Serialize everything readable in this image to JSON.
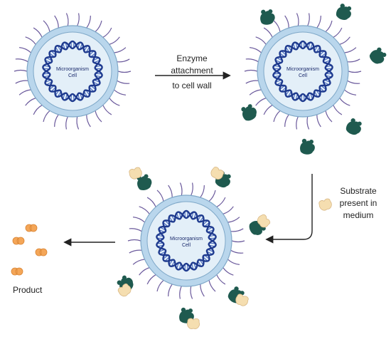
{
  "cell_label_line1": "Microorganism",
  "cell_label_line2": "Cell",
  "step1_label": [
    "Enzyme",
    "attachment",
    "to cell wall"
  ],
  "step2_label": [
    "Substrate",
    "present in",
    "medium"
  ],
  "product_label": "Product",
  "colors": {
    "membrane_outer": "#b9d6ec",
    "membrane_inner": "#e3eff8",
    "membrane_stroke": "#7fa8c8",
    "dna": "#1f3b8f",
    "dna_rung": "#3d5fb8",
    "hair": "#6b5a9c",
    "enzyme": "#1f5a4f",
    "substrate": "#f5deb0",
    "substrate_stroke": "#d9b885",
    "product": "#f4a658",
    "product_stroke": "#d98433",
    "arrow": "#222222"
  },
  "icons": [
    "microorganism-cell",
    "dna-ring",
    "enzyme-icon",
    "substrate-icon",
    "product-icon",
    "arrow"
  ]
}
